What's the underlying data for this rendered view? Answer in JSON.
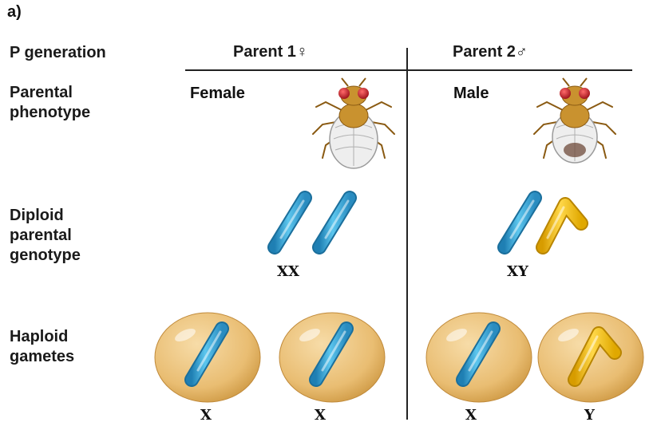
{
  "panel_label": "a)",
  "rows": {
    "p_generation": "P generation",
    "parental_phenotype": [
      "Parental",
      "phenotype"
    ],
    "diploid_genotype": [
      "Diploid",
      "parental",
      "genotype"
    ],
    "haploid_gametes": [
      "Haploid",
      "gametes"
    ]
  },
  "columns": {
    "parent1": "Parent 1♀",
    "parent2": "Parent 2♂"
  },
  "phenotypes": {
    "parent1": "Female",
    "parent2": "Male"
  },
  "genotypes": {
    "parent1": "XX",
    "parent2": "XY"
  },
  "gametes": [
    "X",
    "X",
    "X",
    "Y"
  ],
  "colors": {
    "x_chromosome": "#3aa9d8",
    "y_chromosome": "#f2c21b",
    "gamete_cell": "#ecc47f",
    "fly_body": "#c9922f",
    "fly_eye": "#c0202a"
  }
}
